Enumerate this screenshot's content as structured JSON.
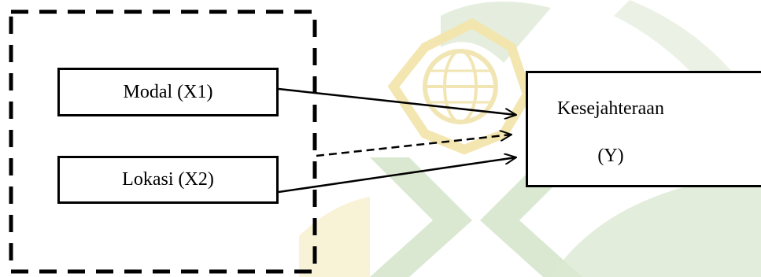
{
  "diagram": {
    "independent_vars": [
      {
        "label": "Modal (X1)"
      },
      {
        "label": "Lokasi (X2)"
      }
    ],
    "dependent_var": {
      "label_line1": "Kesejahteraan",
      "label_line2": "(Y)"
    }
  },
  "colors": {
    "line": "#000000",
    "watermark_green": "#cfe0c8",
    "watermark_yellow": "#f7eec0"
  }
}
